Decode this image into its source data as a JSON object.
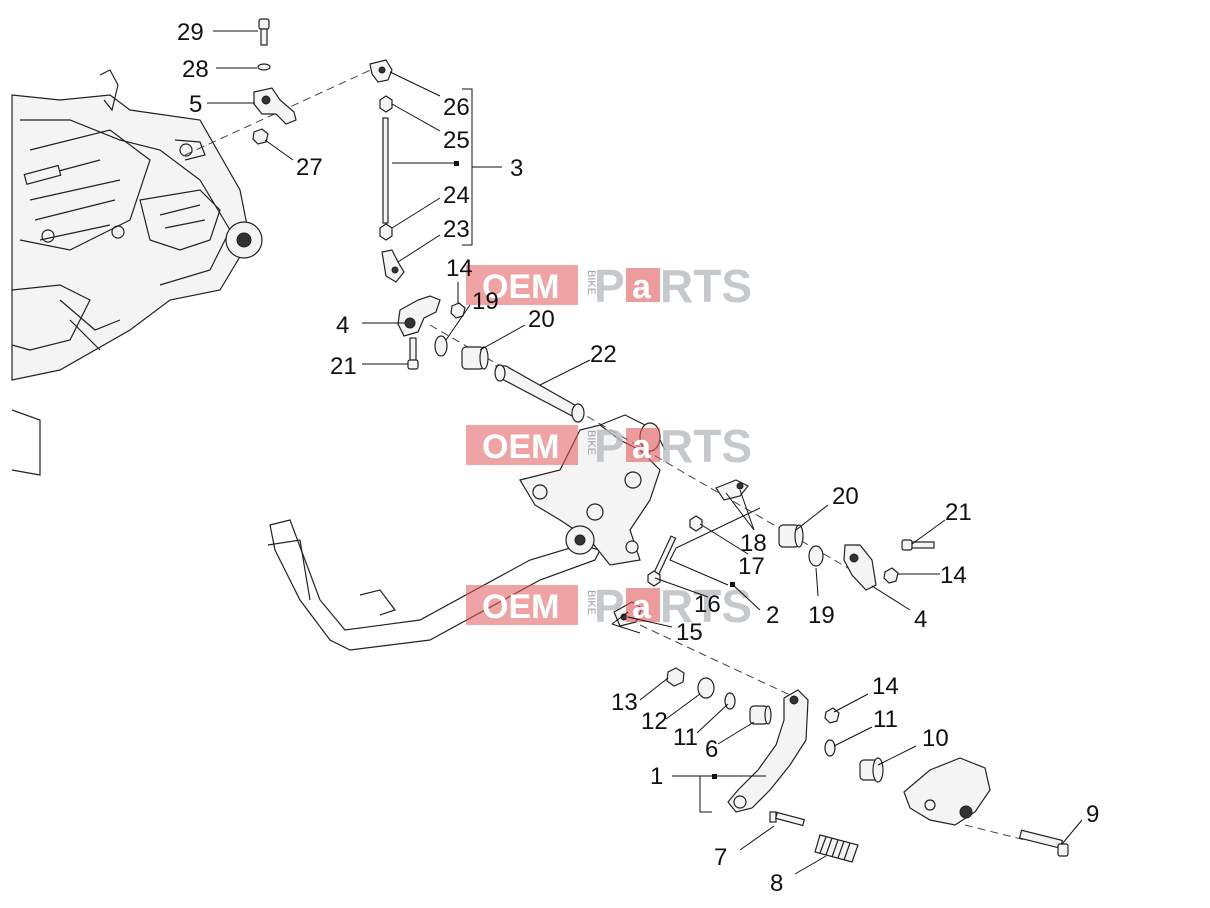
{
  "watermark": {
    "oem": "OEM",
    "bike": "BIKE",
    "parts_p": "P",
    "parts_a": "a",
    "parts_rts": "RTS"
  },
  "labels": {
    "n29": "29",
    "n28": "28",
    "n5": "5",
    "n27": "27",
    "n26": "26",
    "n25": "25",
    "n3": "3",
    "n24": "24",
    "n23": "23",
    "n14a": "14",
    "n19a": "19",
    "n20a": "20",
    "n4a": "4",
    "n21a": "21",
    "n22": "22",
    "n20b": "20",
    "n21b": "21",
    "n18": "18",
    "n17": "17",
    "n14b": "14",
    "n16": "16",
    "n2": "2",
    "n19b": "19",
    "n4b": "4",
    "n15": "15",
    "n14c": "14",
    "n13": "13",
    "n12": "12",
    "n11a": "11",
    "n11b": "11",
    "n6": "6",
    "n10": "10",
    "n1": "1",
    "n9": "9",
    "n7": "7",
    "n8": "8"
  }
}
